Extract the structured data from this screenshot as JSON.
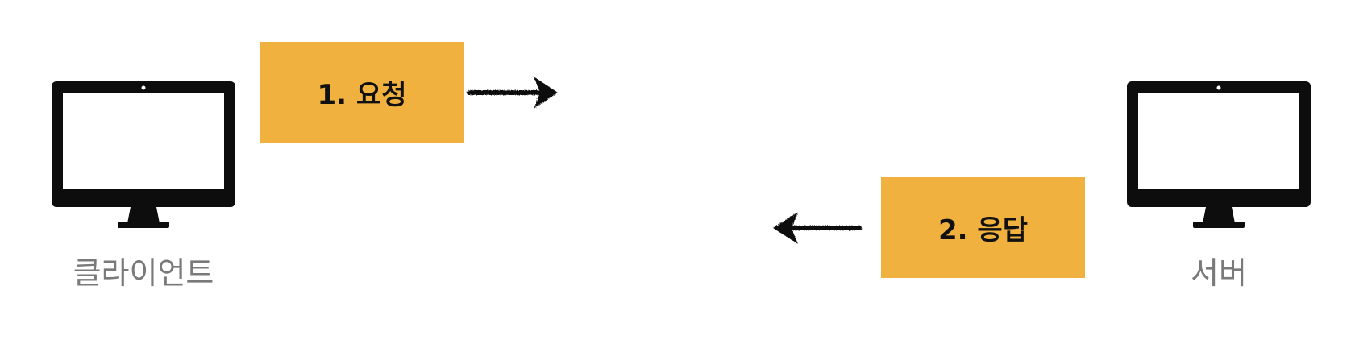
{
  "diagram": {
    "client": {
      "label": "클라이언트",
      "icon": "desktop-monitor-icon"
    },
    "server": {
      "label": "서버",
      "icon": "desktop-monitor-icon"
    },
    "steps": [
      {
        "label": "1. 요청",
        "direction": "client-to-server"
      },
      {
        "label": "2. 응답",
        "direction": "server-to-client"
      }
    ],
    "colors": {
      "step_box": "#f1b13f",
      "monitor": "#0d0d0d",
      "node_label": "#7a7a7a",
      "connection_line": "#111111"
    }
  }
}
